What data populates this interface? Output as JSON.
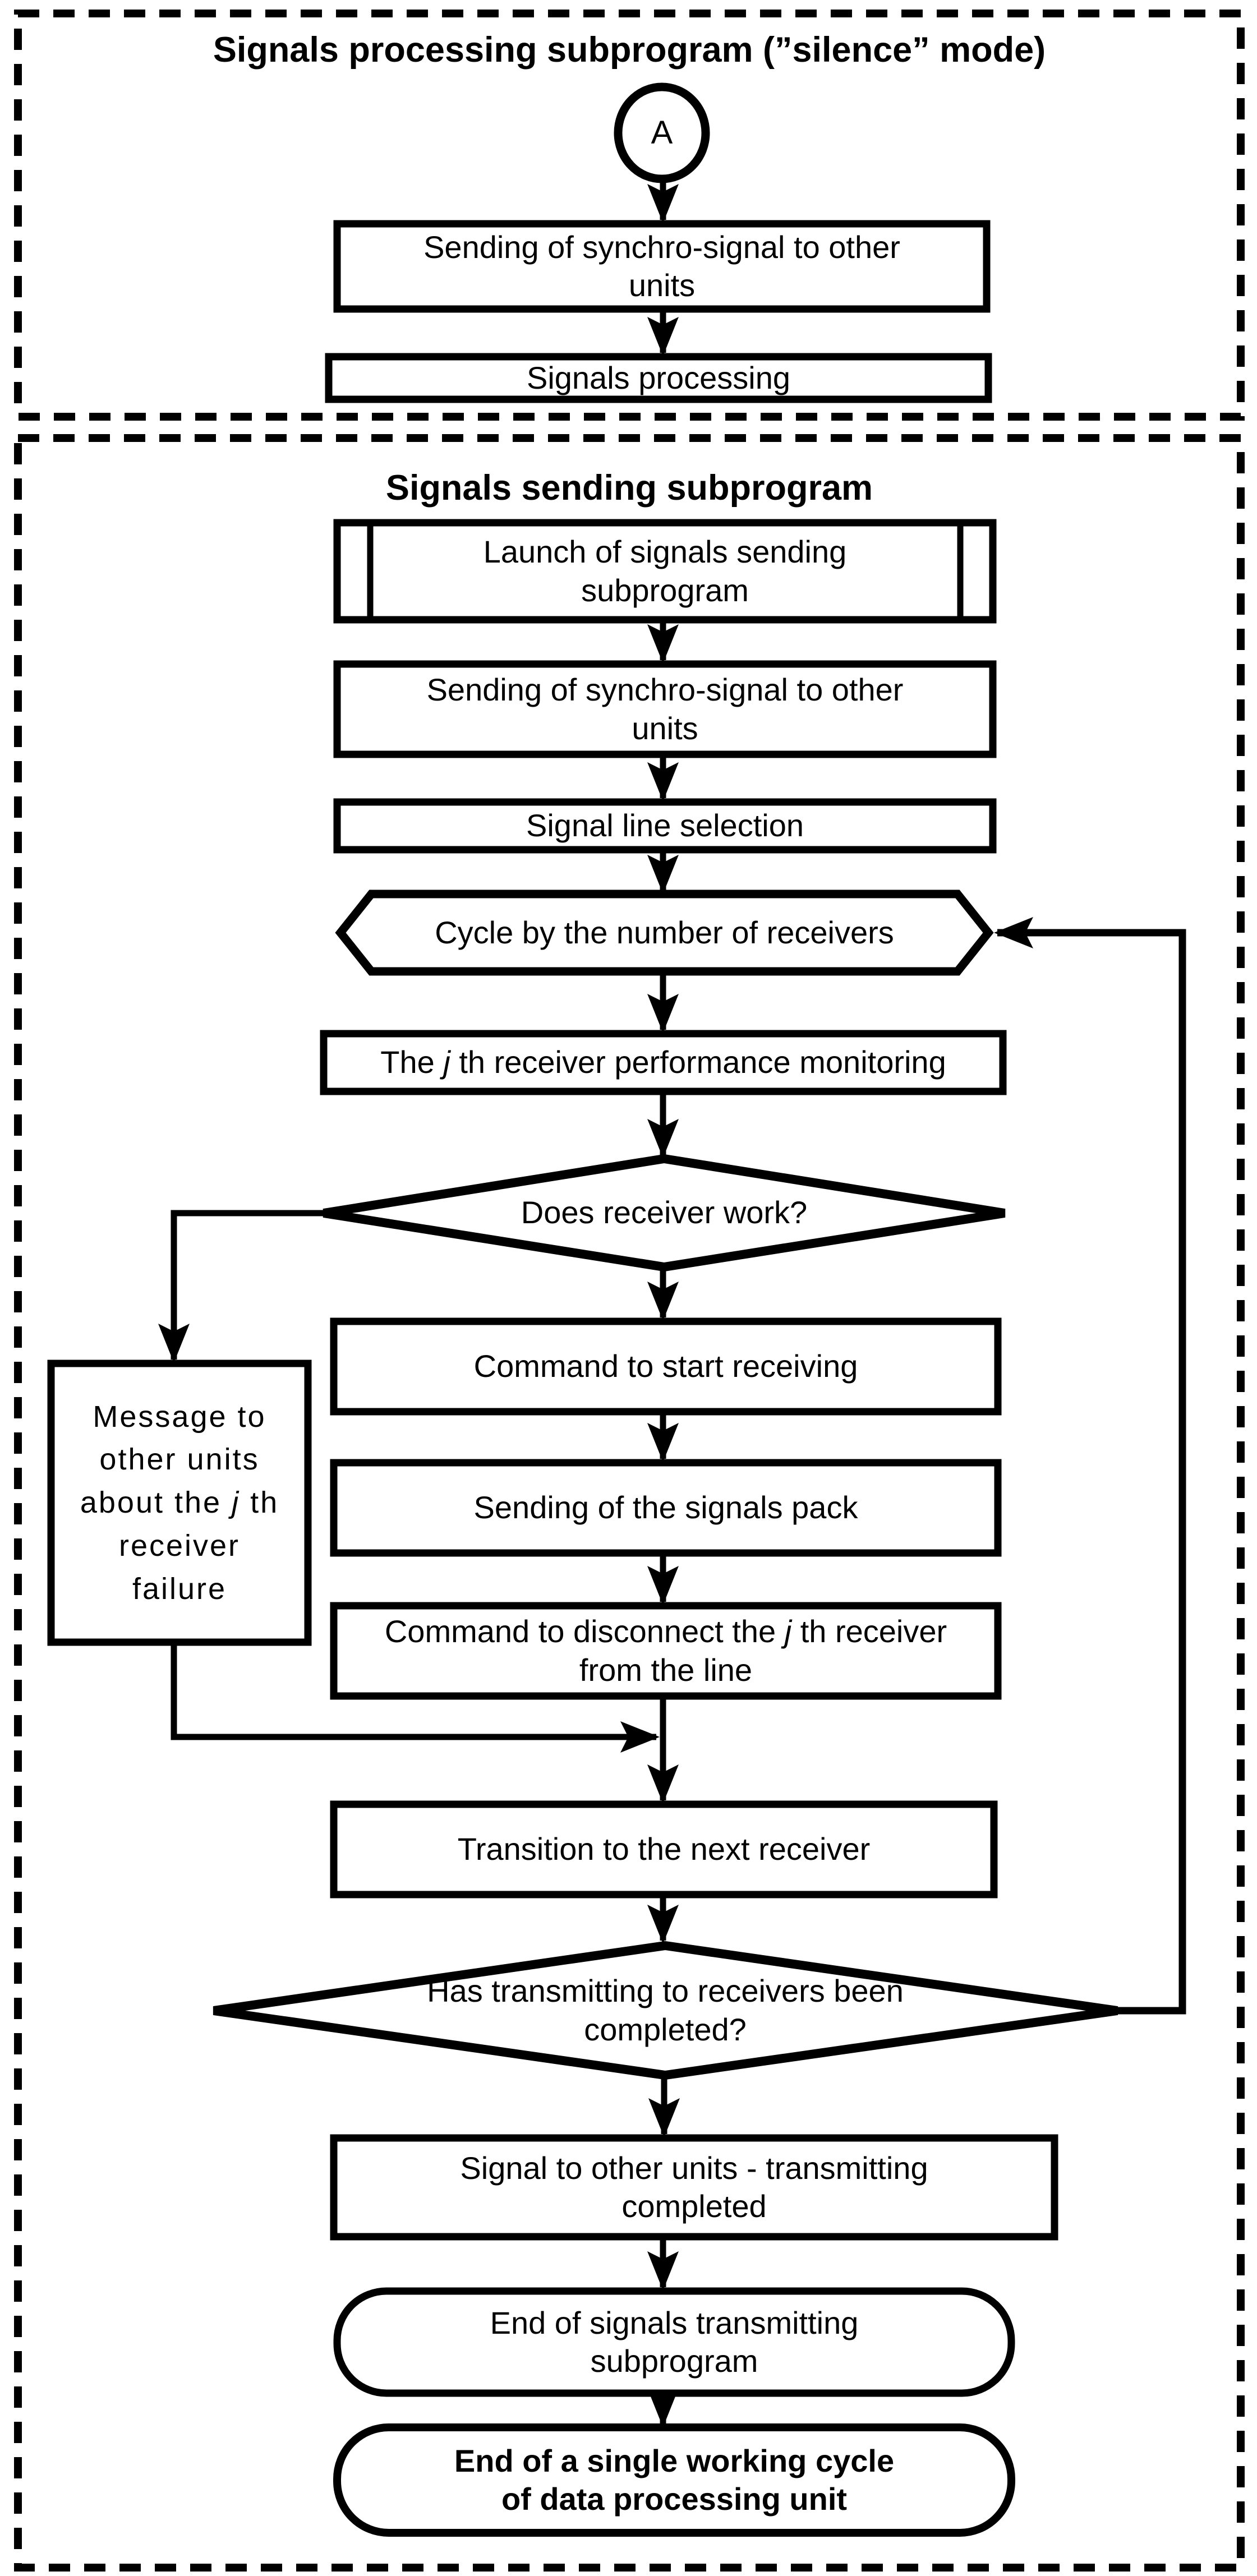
{
  "sections": {
    "processing": {
      "title": "Signals processing subprogram (”silence” mode)"
    },
    "sending": {
      "title": "Signals sending subprogram"
    }
  },
  "connector": {
    "label": "A"
  },
  "nodes": {
    "synchro1": {
      "lines": [
        "Sending of synchro-signal to other",
        "units"
      ]
    },
    "signals_processing": {
      "text": "Signals processing"
    },
    "launch": {
      "lines": [
        "Launch of signals sending",
        "subprogram"
      ]
    },
    "synchro2": {
      "lines": [
        "Sending of synchro-signal to other",
        "units"
      ]
    },
    "line_selection": {
      "text": "Signal line selection"
    },
    "cycle": {
      "text": "Cycle by the number of receivers"
    },
    "monitoring": {
      "pre": "The ",
      "j": "j",
      "post": " th receiver performance monitoring"
    },
    "does_work": {
      "text": "Does receiver work?"
    },
    "start_receiving": {
      "text": "Command to start receiving"
    },
    "failure_message": {
      "line1": "Message to",
      "line2": "other units",
      "line3_pre": "about the ",
      "j": "j",
      "line3_post": " th",
      "line4": "receiver",
      "line5": "failure"
    },
    "signals_pack": {
      "text": "Sending of the signals pack"
    },
    "disconnect": {
      "line1_pre": "Command to disconnect the ",
      "j": "j",
      "line1_post": " th receiver",
      "line2": "from the line"
    },
    "transition": {
      "text": "Transition to the next receiver"
    },
    "completed": {
      "lines": [
        "Has transmitting to receivers been",
        "completed?"
      ]
    },
    "signal_completed": {
      "lines": [
        "Signal to other units - transmitting",
        "completed"
      ]
    },
    "end_transmitting": {
      "lines": [
        "End of signals transmitting",
        "subprogram"
      ]
    },
    "end_cycle": {
      "lines": [
        "End of a single working cycle",
        "of data processing unit"
      ]
    }
  },
  "colors": {
    "ink": "#000000",
    "background": "#ffffff"
  }
}
